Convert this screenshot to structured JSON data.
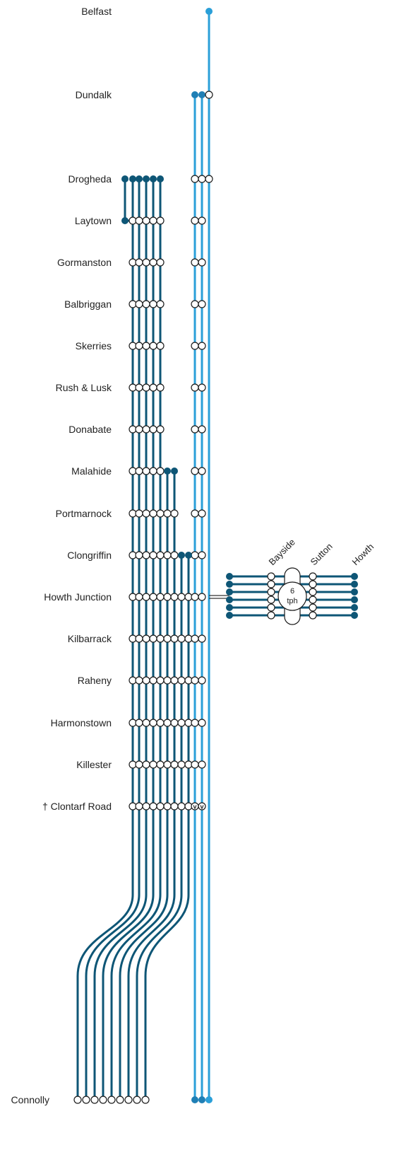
{
  "colors": {
    "dark_line": "#0e5676",
    "light_line": "#2a9fd8",
    "stop_fill": "#ffffff",
    "stop_stroke": "#1a1a1a"
  },
  "stations": [
    "Belfast",
    "Dundalk",
    "Drogheda",
    "Laytown",
    "Gormanston",
    "Balbriggan",
    "Skerries",
    "Rush & Lusk",
    "Donabate",
    "Malahide",
    "Portmarnock",
    "Clongriffin",
    "Howth Junction",
    "Kilbarrack",
    "Raheny",
    "Harmonstown",
    "Killester",
    "† Clontarf Road",
    "Connolly"
  ],
  "branch": {
    "stations": [
      "Bayside",
      "Sutton",
      "Howth"
    ],
    "frequency_value": "6",
    "frequency_unit": "tph"
  },
  "markers": {
    "clontarf_symbol": "v"
  }
}
